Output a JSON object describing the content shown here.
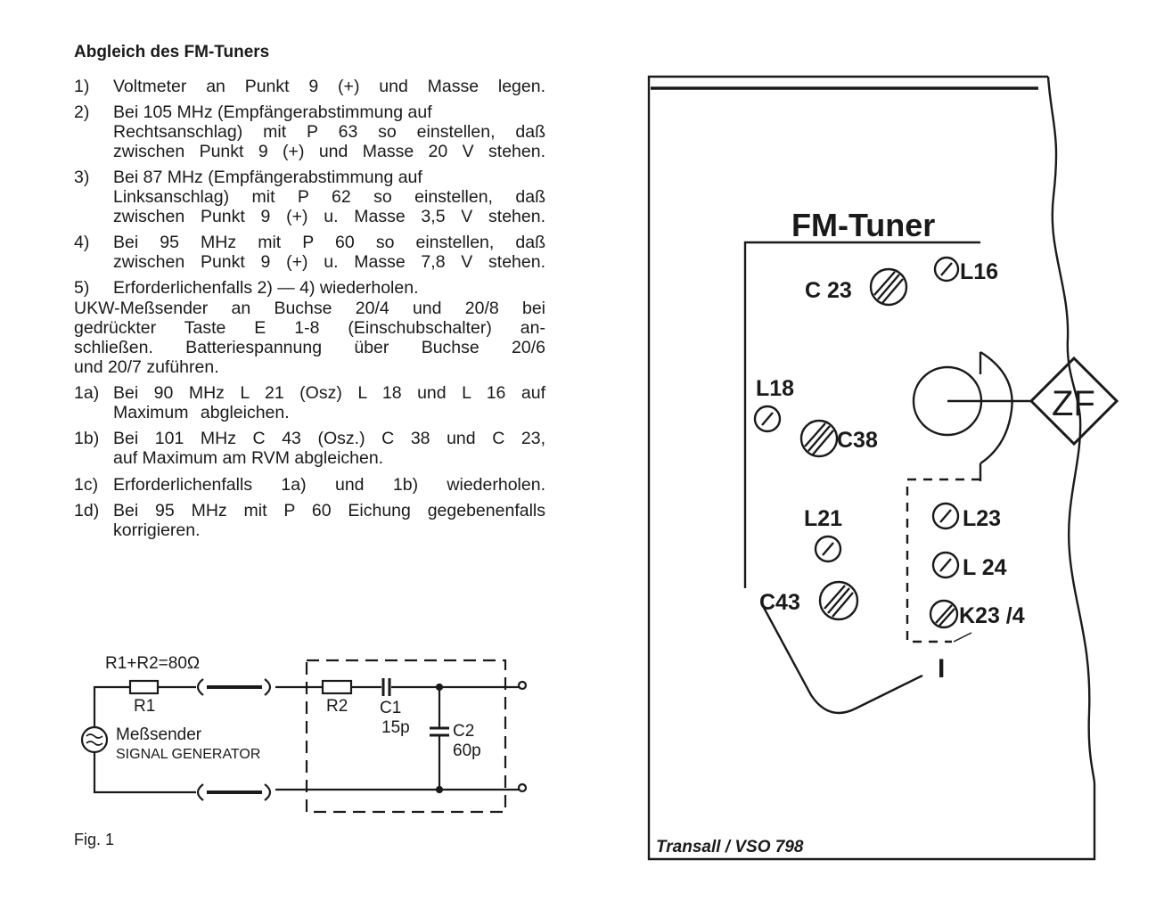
{
  "heading": "Abgleich des FM-Tuners",
  "steps": [
    {
      "num": "1)",
      "lines": [
        "Voltmeter an Punkt 9 (+) und Masse legen."
      ]
    },
    {
      "num": "2)",
      "lines": [
        "Bei 105 MHz (Empfängerabstimmung auf",
        "Rechtsanschlag) mit P 63 so einstellen, daß",
        "zwischen Punkt 9 (+) und Masse 20 V stehen."
      ]
    },
    {
      "num": "3)",
      "lines": [
        "Bei 87 MHz (Empfängerabstimmung auf",
        "Linksanschlag) mit P 62 so einstellen, daß",
        "zwischen Punkt 9 (+) u. Masse 3,5 V stehen."
      ]
    },
    {
      "num": "4)",
      "lines": [
        "Bei 95 MHz mit P 60 so einstellen, daß",
        "zwischen Punkt 9 (+) u. Masse 7,8 V stehen."
      ]
    },
    {
      "num": "5)",
      "lines": [
        "Erforderlichenfalls 2) — 4) wiederholen."
      ]
    }
  ],
  "paragraph": [
    "UKW-Meßsender an Buchse 20/4 und 20/8 bei",
    "gedrückter Taste E 1-8 (Einschubschalter) an-",
    "schließen. Batteriespannung über Buchse 20/6",
    "und 20/7 zuführen."
  ],
  "substeps": [
    {
      "num": "1a)",
      "lines": [
        "Bei 90 MHz L 21 (Osz) L 18 und L 16 auf",
        "Maximum abgleichen."
      ]
    },
    {
      "num": "1b)",
      "lines": [
        "Bei 101 MHz C 43 (Osz.) C 38 und C 23,",
        "auf Maximum am RVM abgleichen."
      ]
    },
    {
      "num": "1c)",
      "lines": [
        "Erforderlichenfalls 1a) und 1b) wiederholen."
      ]
    },
    {
      "num": "1d)",
      "lines": [
        "Bei 95 MHz mit P 60 Eichung gegebenenfalls",
        "korrigieren."
      ]
    }
  ],
  "figure": {
    "formula": "R1+R2=80Ω",
    "r1": "R1",
    "r2": "R2",
    "c1": "C1",
    "c1_value": "15p",
    "c2": "C2",
    "c2_value": "60p",
    "generator_de": "Meßsender",
    "generator_en": "SIGNAL GENERATOR",
    "caption": "Fig. 1"
  },
  "board": {
    "title": "FM-Tuner",
    "components": [
      "C 23",
      "L16",
      "L18",
      "C38",
      "L21",
      "C43",
      "L23",
      "L 24",
      "K23 /4"
    ],
    "zf_label": "ZF",
    "marker": "I",
    "footer": "Transall / VSO 798"
  }
}
